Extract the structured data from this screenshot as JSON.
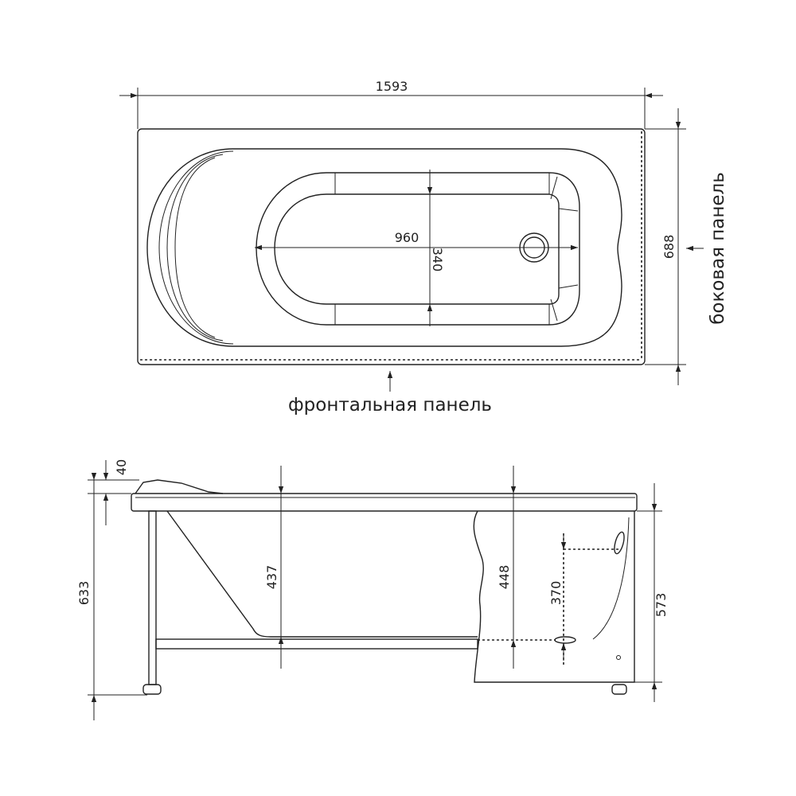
{
  "top_view": {
    "overall_length": "1593",
    "overall_width": "688",
    "inner_length": "960",
    "inner_width": "340",
    "side_panel_label": "боковая панель",
    "front_panel_label": "фронтальная панель"
  },
  "side_view": {
    "headrest_height": "40",
    "total_height": "633",
    "depth_left": "437",
    "depth_right": "448",
    "overflow_height": "370",
    "panel_height": "573"
  }
}
